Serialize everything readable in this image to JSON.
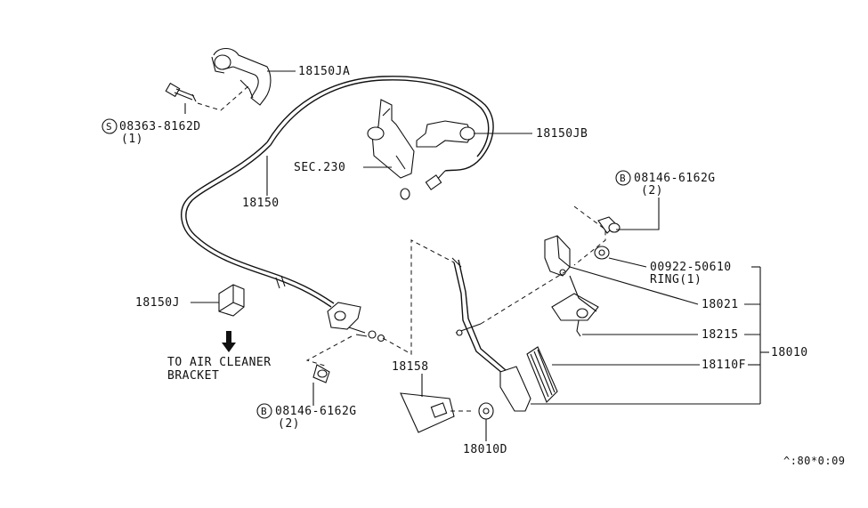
{
  "labels": {
    "p18150JA": "18150JA",
    "p08363": "08363-8162D",
    "p08363_qty": "(1)",
    "p08363_prefix": "S",
    "p18150JB": "18150JB",
    "sec230": "SEC.230",
    "p18150": "18150",
    "p08146_top": "08146-6162G",
    "p08146_top_qty": "(2)",
    "p08146_top_prefix": "B",
    "p00922": "00922-50610",
    "ring": "RING(1)",
    "p18150J": "18150J",
    "p18021": "18021",
    "p18215": "18215",
    "p18010": "18010",
    "to_air_cleaner_1": "TO AIR CLEANER",
    "to_air_cleaner_2": "BRACKET",
    "p18158": "18158",
    "p18110F": "18110F",
    "p08146_bot": "08146-6162G",
    "p08146_bot_qty": "(2)",
    "p08146_bot_prefix": "B",
    "p18010D": "18010D",
    "page_code": "^:80*0:09"
  }
}
